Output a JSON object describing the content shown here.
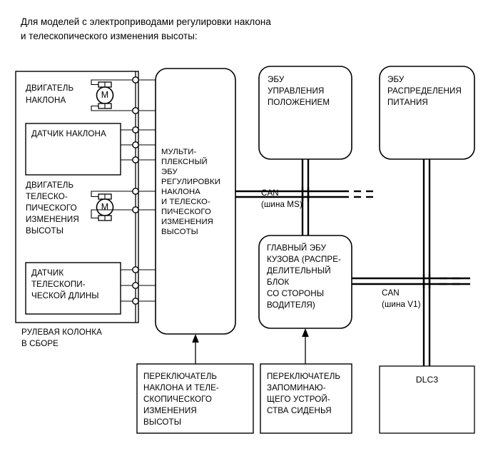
{
  "caption": {
    "line1": "Для моделей с электроприводами регулировки наклона",
    "line2": "и телескопического изменения высоты:"
  },
  "steering_column": {
    "assembly_label_line1": "РУЛЕВАЯ КОЛОНКА",
    "assembly_label_line2": "В СБОРЕ",
    "tilt_motor": {
      "line1": "ДВИГАТЕЛЬ",
      "line2": "НАКЛОНА",
      "symbol": "M"
    },
    "tilt_sensor": {
      "line1": "ДАТЧИК НАКЛОНА"
    },
    "telescopic_motor": {
      "line1": "ДВИГАТЕЛЬ",
      "line2": "ТЕЛЕСКО-",
      "line3": "ПИЧЕСКОГО",
      "line4": "ИЗМЕНЕНИЯ",
      "line5": "ВЫСОТЫ",
      "symbol": "M"
    },
    "telescopic_sensor": {
      "line1": "ДАТЧИК",
      "line2": "ТЕЛЕСКОПИ-",
      "line3": "ЧЕСКОЙ ДЛИНЫ"
    }
  },
  "multiplex_ecu": {
    "line1": "МУЛЬТИ-",
    "line2": "ПЛЕКСНЫЙ",
    "line3": "ЭБУ",
    "line4": "РЕГУЛИРОВКИ",
    "line5": "НАКЛОНА",
    "line6": "И ТЕЛЕСКО-",
    "line7": "ПИЧЕСКОГО",
    "line8": "ИЗМЕНЕНИЯ",
    "line9": "ВЫСОТЫ"
  },
  "position_control_ecu": {
    "line1": "ЭБУ",
    "line2": "УПРАВЛЕНИЯ",
    "line3": "ПОЛОЖЕНИЕМ"
  },
  "power_distribution_ecu": {
    "line1": "ЭБУ",
    "line2": "РАСПРЕДЕЛЕНИЯ",
    "line3": "ПИТАНИЯ"
  },
  "main_body_ecu": {
    "line1": "ГЛАВНЫЙ ЭБУ",
    "line2": "КУЗОВА (РАСПРЕ-",
    "line3": "ДЕЛИТЕЛЬНЫЙ",
    "line4": "БЛОК",
    "line5": "СО СТОРОНЫ",
    "line6": "ВОДИТЕЛЯ)"
  },
  "tilt_telescopic_switch": {
    "line1": "ПЕРЕКЛЮЧАТЕЛЬ",
    "line2": "НАКЛОНА И ТЕЛЕ-",
    "line3": "СКОПИЧЕСКОГО",
    "line4": "ИЗМЕНЕНИЯ",
    "line5": "ВЫСОТЫ"
  },
  "seat_memory_switch": {
    "line1": "ПЕРЕКЛЮЧАТЕЛЬ",
    "line2": "ЗАПОМИНАЮ-",
    "line3": "ЩЕГО УСТРОЙ-",
    "line4": "СТВА СИДЕНЬЯ"
  },
  "dlc3": {
    "label": "DLC3"
  },
  "bus_labels": {
    "can_ms_line1": "CAN",
    "can_ms_line2": "(шина MS)",
    "can_v1_line1": "CAN",
    "can_v1_line2": "(шина V1)"
  },
  "colors": {
    "stroke": "#000000",
    "background": "#ffffff"
  }
}
